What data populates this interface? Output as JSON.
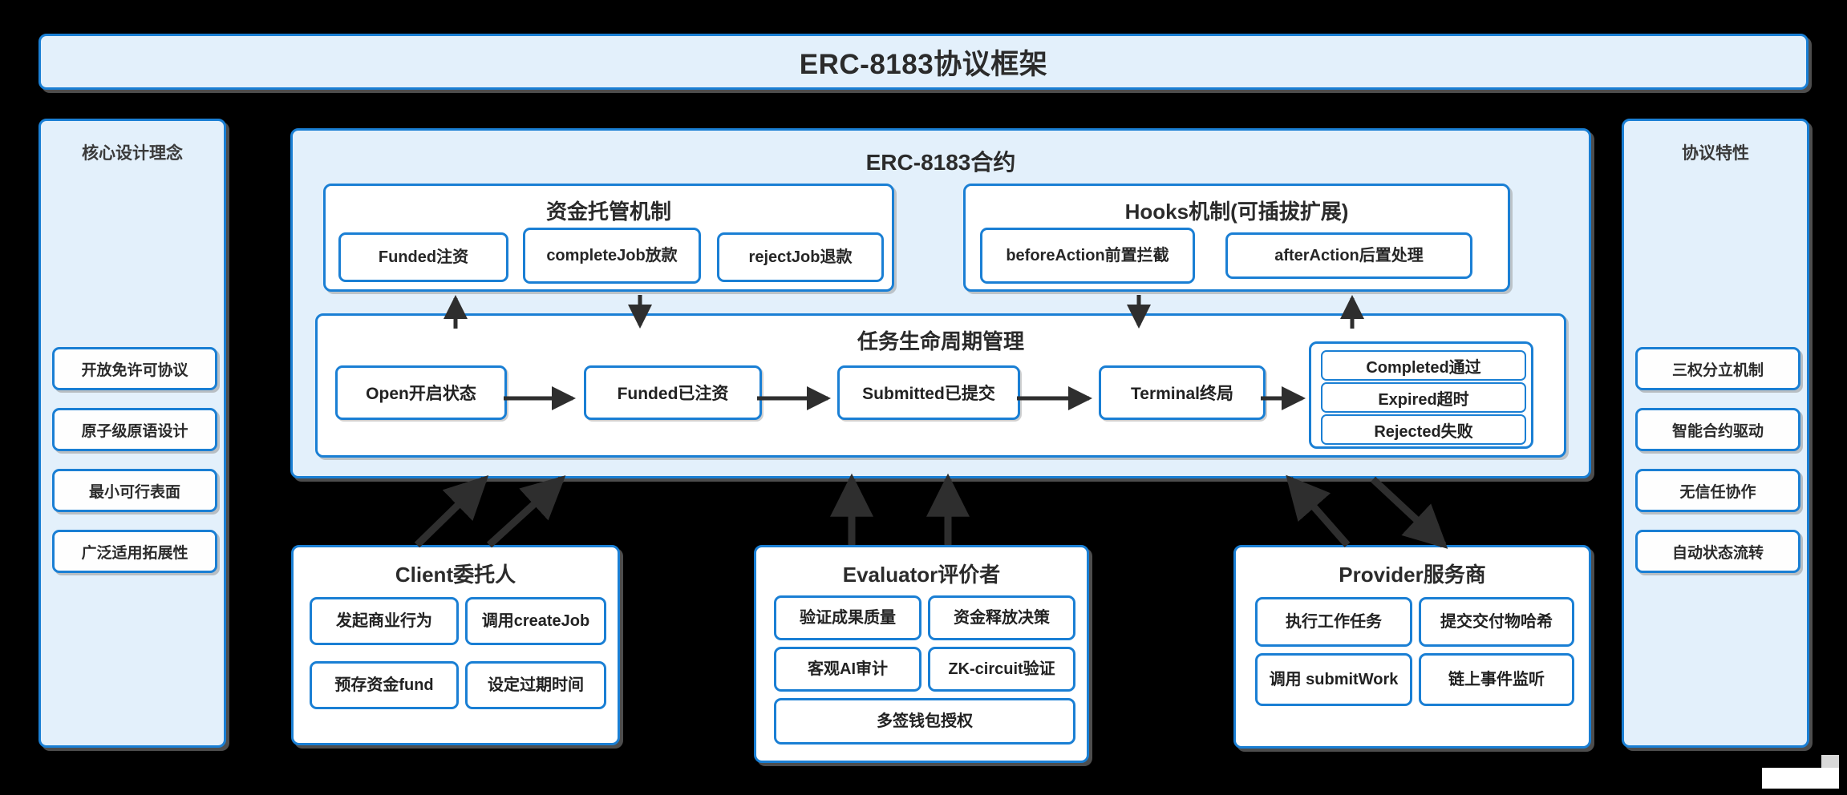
{
  "diagram": {
    "title": "ERC-8183协议框架",
    "accent_color": "#1a7fd4",
    "panel_fill": "#e3f0fb",
    "box_fill": "#ffffff",
    "background": "#000000"
  },
  "left_sidebar": {
    "title": "核心设计理念",
    "items": [
      {
        "label": "开放免许可协议"
      },
      {
        "label": "原子级原语设计"
      },
      {
        "label": "最小可行表面"
      },
      {
        "label": "广泛适用拓展性"
      }
    ]
  },
  "right_sidebar": {
    "title": "协议特性",
    "items": [
      {
        "label": "三权分立机制"
      },
      {
        "label": "智能合约驱动"
      },
      {
        "label": "无信任协作"
      },
      {
        "label": "自动状态流转"
      }
    ]
  },
  "contract": {
    "title": "ERC-8183合约",
    "escrow": {
      "title": "资金托管机制",
      "items": [
        {
          "label": "Funded注资"
        },
        {
          "label": "completeJob放款"
        },
        {
          "label": "rejectJob退款"
        }
      ]
    },
    "hooks": {
      "title": "Hooks机制(可插拔扩展)",
      "items": [
        {
          "label": "beforeAction前置拦截"
        },
        {
          "label": "afterAction后置处理"
        }
      ]
    },
    "lifecycle": {
      "title": "任务生命周期管理",
      "states": [
        {
          "label": "Open开启状态"
        },
        {
          "label": "Funded已注资"
        },
        {
          "label": "Submitted已提交"
        },
        {
          "label": "Terminal终局"
        }
      ],
      "terminal_outcomes": [
        {
          "label": "Completed通过"
        },
        {
          "label": "Expired超时"
        },
        {
          "label": "Rejected失败"
        }
      ]
    }
  },
  "actors": [
    {
      "title": "Client委托人",
      "items": [
        {
          "label": "发起商业行为"
        },
        {
          "label": "调用createJob"
        },
        {
          "label": "预存资金fund"
        },
        {
          "label": "设定过期时间"
        }
      ]
    },
    {
      "title": "Evaluator评价者",
      "items": [
        {
          "label": "验证成果质量"
        },
        {
          "label": "资金释放决策"
        },
        {
          "label": "客观AI审计"
        },
        {
          "label": "ZK-circuit验证"
        },
        {
          "label": "多签钱包授权"
        }
      ]
    },
    {
      "title": "Provider服务商",
      "items": [
        {
          "label": "执行工作任务"
        },
        {
          "label": "提交交付物哈希"
        },
        {
          "label": "调用 submitWork"
        },
        {
          "label": "链上事件监听"
        }
      ]
    }
  ]
}
